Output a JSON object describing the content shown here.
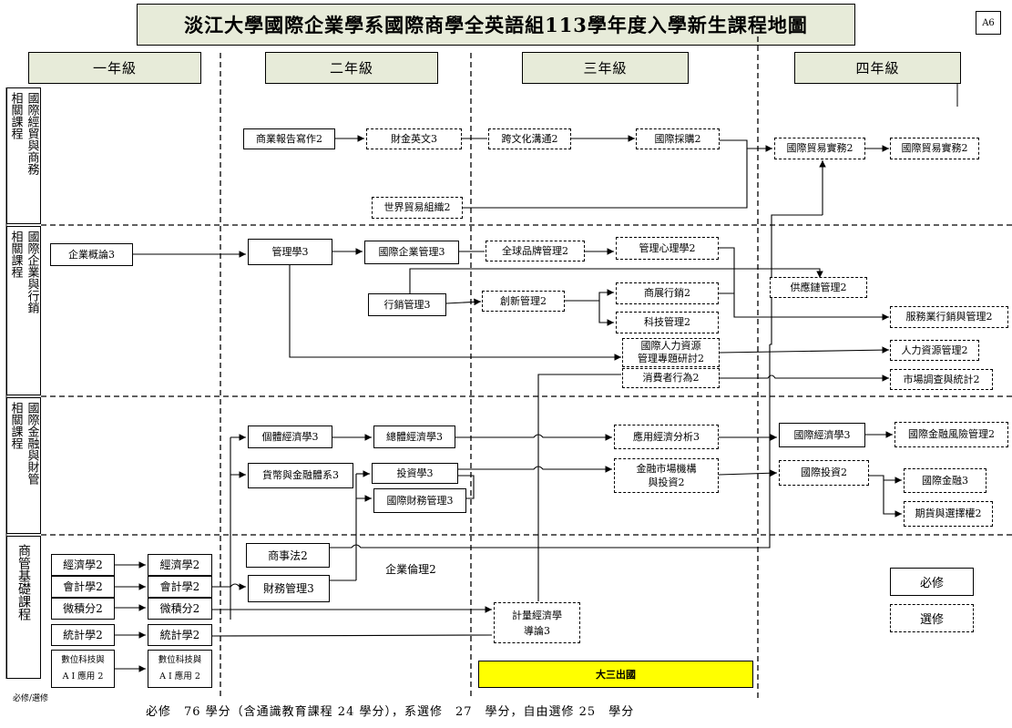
{
  "title": "淡江大學國際企業學系國際商學全英語組113學年度入學新生課程地圖",
  "tag": "A6",
  "years": [
    "一年級",
    "二年級",
    "三年級",
    "四年級"
  ],
  "categories": [
    {
      "cols": [
        "國際經貿與商務",
        "相關課程"
      ]
    },
    {
      "cols": [
        "國際企業與行銷",
        "相關課程"
      ]
    },
    {
      "cols": [
        "國際金融與財管",
        "相關課程"
      ]
    },
    {
      "cols": [
        "商管基礎課程"
      ]
    }
  ],
  "courses": {
    "c1": "商業報告寫作2",
    "c2": "財金英文3",
    "c3": "跨文化溝通2",
    "c4": "國際採購2",
    "c5": "國際貿易實務2",
    "c6": "國際貿易實務2",
    "c7": "世界貿易組織2",
    "c8": "企業概論3",
    "c9": "管理學3",
    "c10": "國際企業管理3",
    "c11": "全球品牌管理2",
    "c12": "管理心理學2",
    "c13": "供應鏈管理2",
    "c14": "行銷管理3",
    "c15": "創新管理2",
    "c16": "商展行銷2",
    "c17": "科技管理2",
    "c18": "服務業行銷與管理2",
    "c19a": "國際人力資源",
    "c19b": "管理專題研討2",
    "c20": "人力資源管理2",
    "c21": "消費者行為2",
    "c22": "市場調查與統計2",
    "c23": "個體經濟學3",
    "c24": "總體經濟學3",
    "c25": "應用經濟分析3",
    "c26": "國際經濟學3",
    "c27": "國際金融風險管理2",
    "c28": "貨幣與金融體系3",
    "c29": "投資學3",
    "c30a": "金融市場機構",
    "c30b": "與投資2",
    "c31": "國際投資2",
    "c32": "國際金融3",
    "c33": "國際財務管理3",
    "c34": "期貨與選擇權2",
    "c35": "經濟學2",
    "c36": "經濟學2",
    "c37": "會計學2",
    "c38": "會計學2",
    "c39": "微積分2",
    "c40": "微積分2",
    "c41": "統計學2",
    "c42": "統計學2",
    "c43a": "數位科技與",
    "c43b": "A I 應用 2",
    "c44a": "數位科技與",
    "c44b": "A I 應用 2",
    "c45": "商事法2",
    "c46": "企業倫理2",
    "c47": "財務管理3",
    "c48a": "計量經濟學",
    "c48b": "導論3"
  },
  "exchange": "大三出國",
  "legend": {
    "required": "必修",
    "elective": "選修"
  },
  "footnote_label": "必修/選修",
  "footer": "必修　76 學分（含通識教育課程 24 學分），系選修　27　學分，自由選修 25　學分"
}
